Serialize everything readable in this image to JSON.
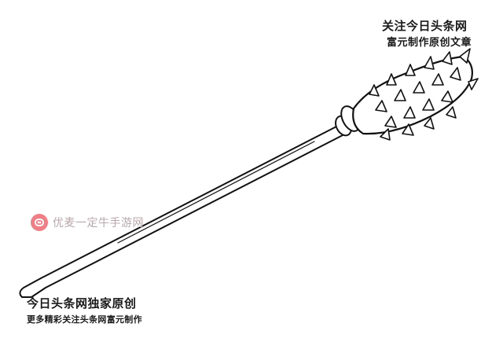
{
  "watermarks": {
    "top_line1": "关注今日头条网",
    "top_line2": "富元制作原创文章",
    "bottom_line1": "今日头条网独家原创",
    "bottom_line2": "更多精彩关注头条网富元制作"
  },
  "brand": {
    "text": "优麦一定牛手游网",
    "logo_icon": "game-controller-badge-icon",
    "logo_color": "#f07e86"
  },
  "illustration": {
    "subject": "spiked-mace-icon",
    "line_color": "#111111"
  }
}
